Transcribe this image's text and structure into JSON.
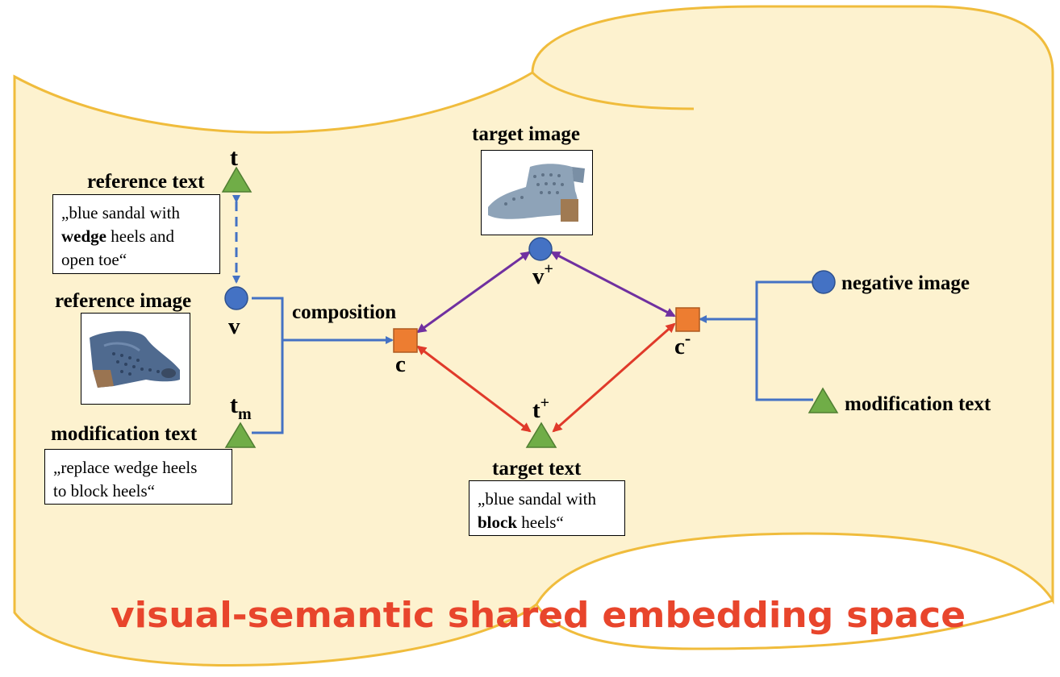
{
  "colors": {
    "space_fill": "#fdf2cf",
    "space_border": "#f0bc3c",
    "image_node": "#4472c4",
    "text_node": "#70ad47",
    "composition_node": "#ed7d31",
    "blue_edge": "#4472c4",
    "purple_edge": "#7030a0",
    "red_edge": "#e03a2a",
    "banner": "#e8452c"
  },
  "labels": {
    "t": "t",
    "reference_text": "reference text",
    "reference_image": "reference image",
    "v": "v",
    "t_m_base": "t",
    "t_m_sub": "m",
    "modification_text_left": "modification text",
    "composition": "composition",
    "c": "c",
    "target_image": "target image",
    "v_plus_base": "v",
    "v_plus_sup": "+",
    "t_plus_base": "t",
    "t_plus_sup": "+",
    "target_text": "target text",
    "c_minus_base": "c",
    "c_minus_sup": "-",
    "negative_image": "negative image",
    "modification_text_right": "modification text"
  },
  "text_boxes": {
    "reference": {
      "line1": "„blue sandal with",
      "line2_bold": "wedge",
      "line2_rest": " heels and",
      "line3": "open toe“"
    },
    "modification": {
      "line1": "„replace wedge heels",
      "line2": "to block heels“"
    },
    "target": {
      "line1": "„blue sandal with",
      "line2_bold": "block",
      "line2_rest": " heels“"
    }
  },
  "images": {
    "reference": "blue perforated wedge bootie with open toe",
    "target": "grey-blue perforated block-heel sandal"
  },
  "banner": "visual-semantic shared embedding space"
}
